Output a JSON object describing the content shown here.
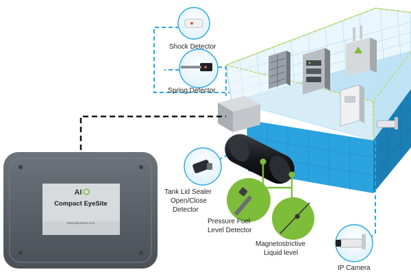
{
  "device": {
    "logo": "AI",
    "name": "Compact EyeSite",
    "url": "www.aisystems.com"
  },
  "sensors": {
    "shock_detector": "Shock Detector",
    "spring_detector": "Spring Detector",
    "tank_lid_line1": "Tank Lid Sealer",
    "tank_lid_line2": "Open/Close",
    "tank_lid_line3": "Detector",
    "pressure_line1": "Pressure Fuel",
    "pressure_line2": "Level Detector",
    "magneto_line1": "Magnetostrictive",
    "magneto_line2": "Liquid level",
    "ip_camera": "IP Camera"
  },
  "colors": {
    "pool_blue": "#2ba3de",
    "pool_dark": "#1b7fb5",
    "connector_blue": "#2ca6e0",
    "sensor_green": "#7ebd3a",
    "fence_yellow": "#c7d64a",
    "device_dark": "#5d646b"
  }
}
